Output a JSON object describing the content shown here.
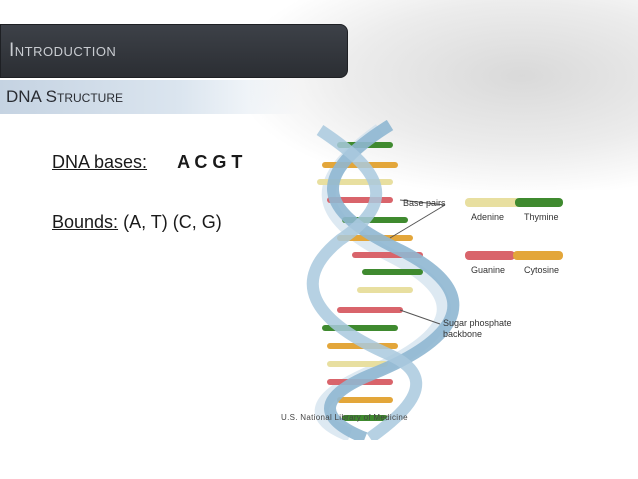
{
  "slide": {
    "title": "Introduction",
    "subtitle": "DNA Structure"
  },
  "bullets": {
    "bases_label": "DNA bases:",
    "bases_value": "A C G T",
    "bounds_label": "Bounds:",
    "bounds_value": "(A, T) (C, G)"
  },
  "diagram": {
    "label_base_pairs": "Base pairs",
    "label_backbone_1": "Sugar phosphate",
    "label_backbone_2": "backbone",
    "legend": [
      {
        "left": "Adenine",
        "right": "Thymine",
        "left_color": "#e8dfa0",
        "right_color": "#3f8a2f"
      },
      {
        "left": "Guanine",
        "right": "Cytosine",
        "left_color": "#d9646b",
        "right_color": "#e3a63a"
      }
    ],
    "credit": "U.S. National Library of Medicine"
  }
}
